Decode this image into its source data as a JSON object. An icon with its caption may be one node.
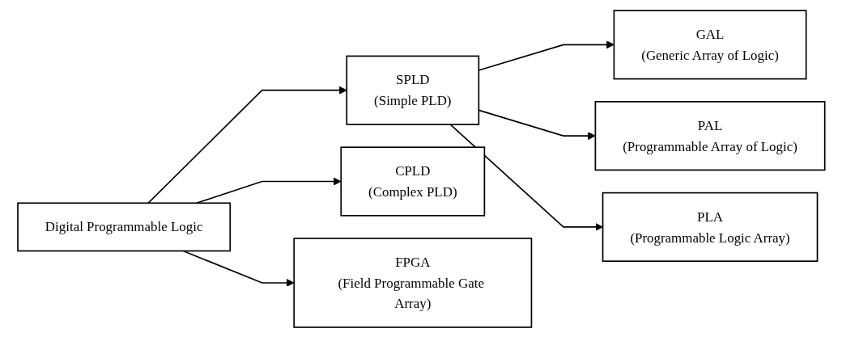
{
  "diagram": {
    "nodes": [
      {
        "text": [
          "Digital Programmable Logic"
        ]
      },
      {
        "text": [
          "SPLD",
          "(Simple PLD)"
        ]
      },
      {
        "text": [
          "CPLD",
          "(Complex PLD)"
        ]
      },
      {
        "text": [
          "FPGA",
          "(Field Programmable Gate Array)"
        ]
      },
      {
        "text": [
          "GAL",
          "(Generic Array of Logic)"
        ]
      },
      {
        "text": [
          "PAL",
          "(Programmable Array of Logic)"
        ]
      },
      {
        "text": [
          "PLA",
          "(Programmable Logic Array)"
        ]
      }
    ],
    "edges": [
      {
        "from": 0,
        "to": 1,
        "arrow": "to"
      },
      {
        "from": 0,
        "to": 2,
        "arrow": "to"
      },
      {
        "from": 0,
        "to": 3,
        "arrow": "to"
      },
      {
        "from": 1,
        "to": 4,
        "arrow": "to"
      },
      {
        "from": 1,
        "to": 5,
        "arrow": "to"
      },
      {
        "from": 1,
        "to": 6,
        "arrow": "to"
      }
    ]
  }
}
